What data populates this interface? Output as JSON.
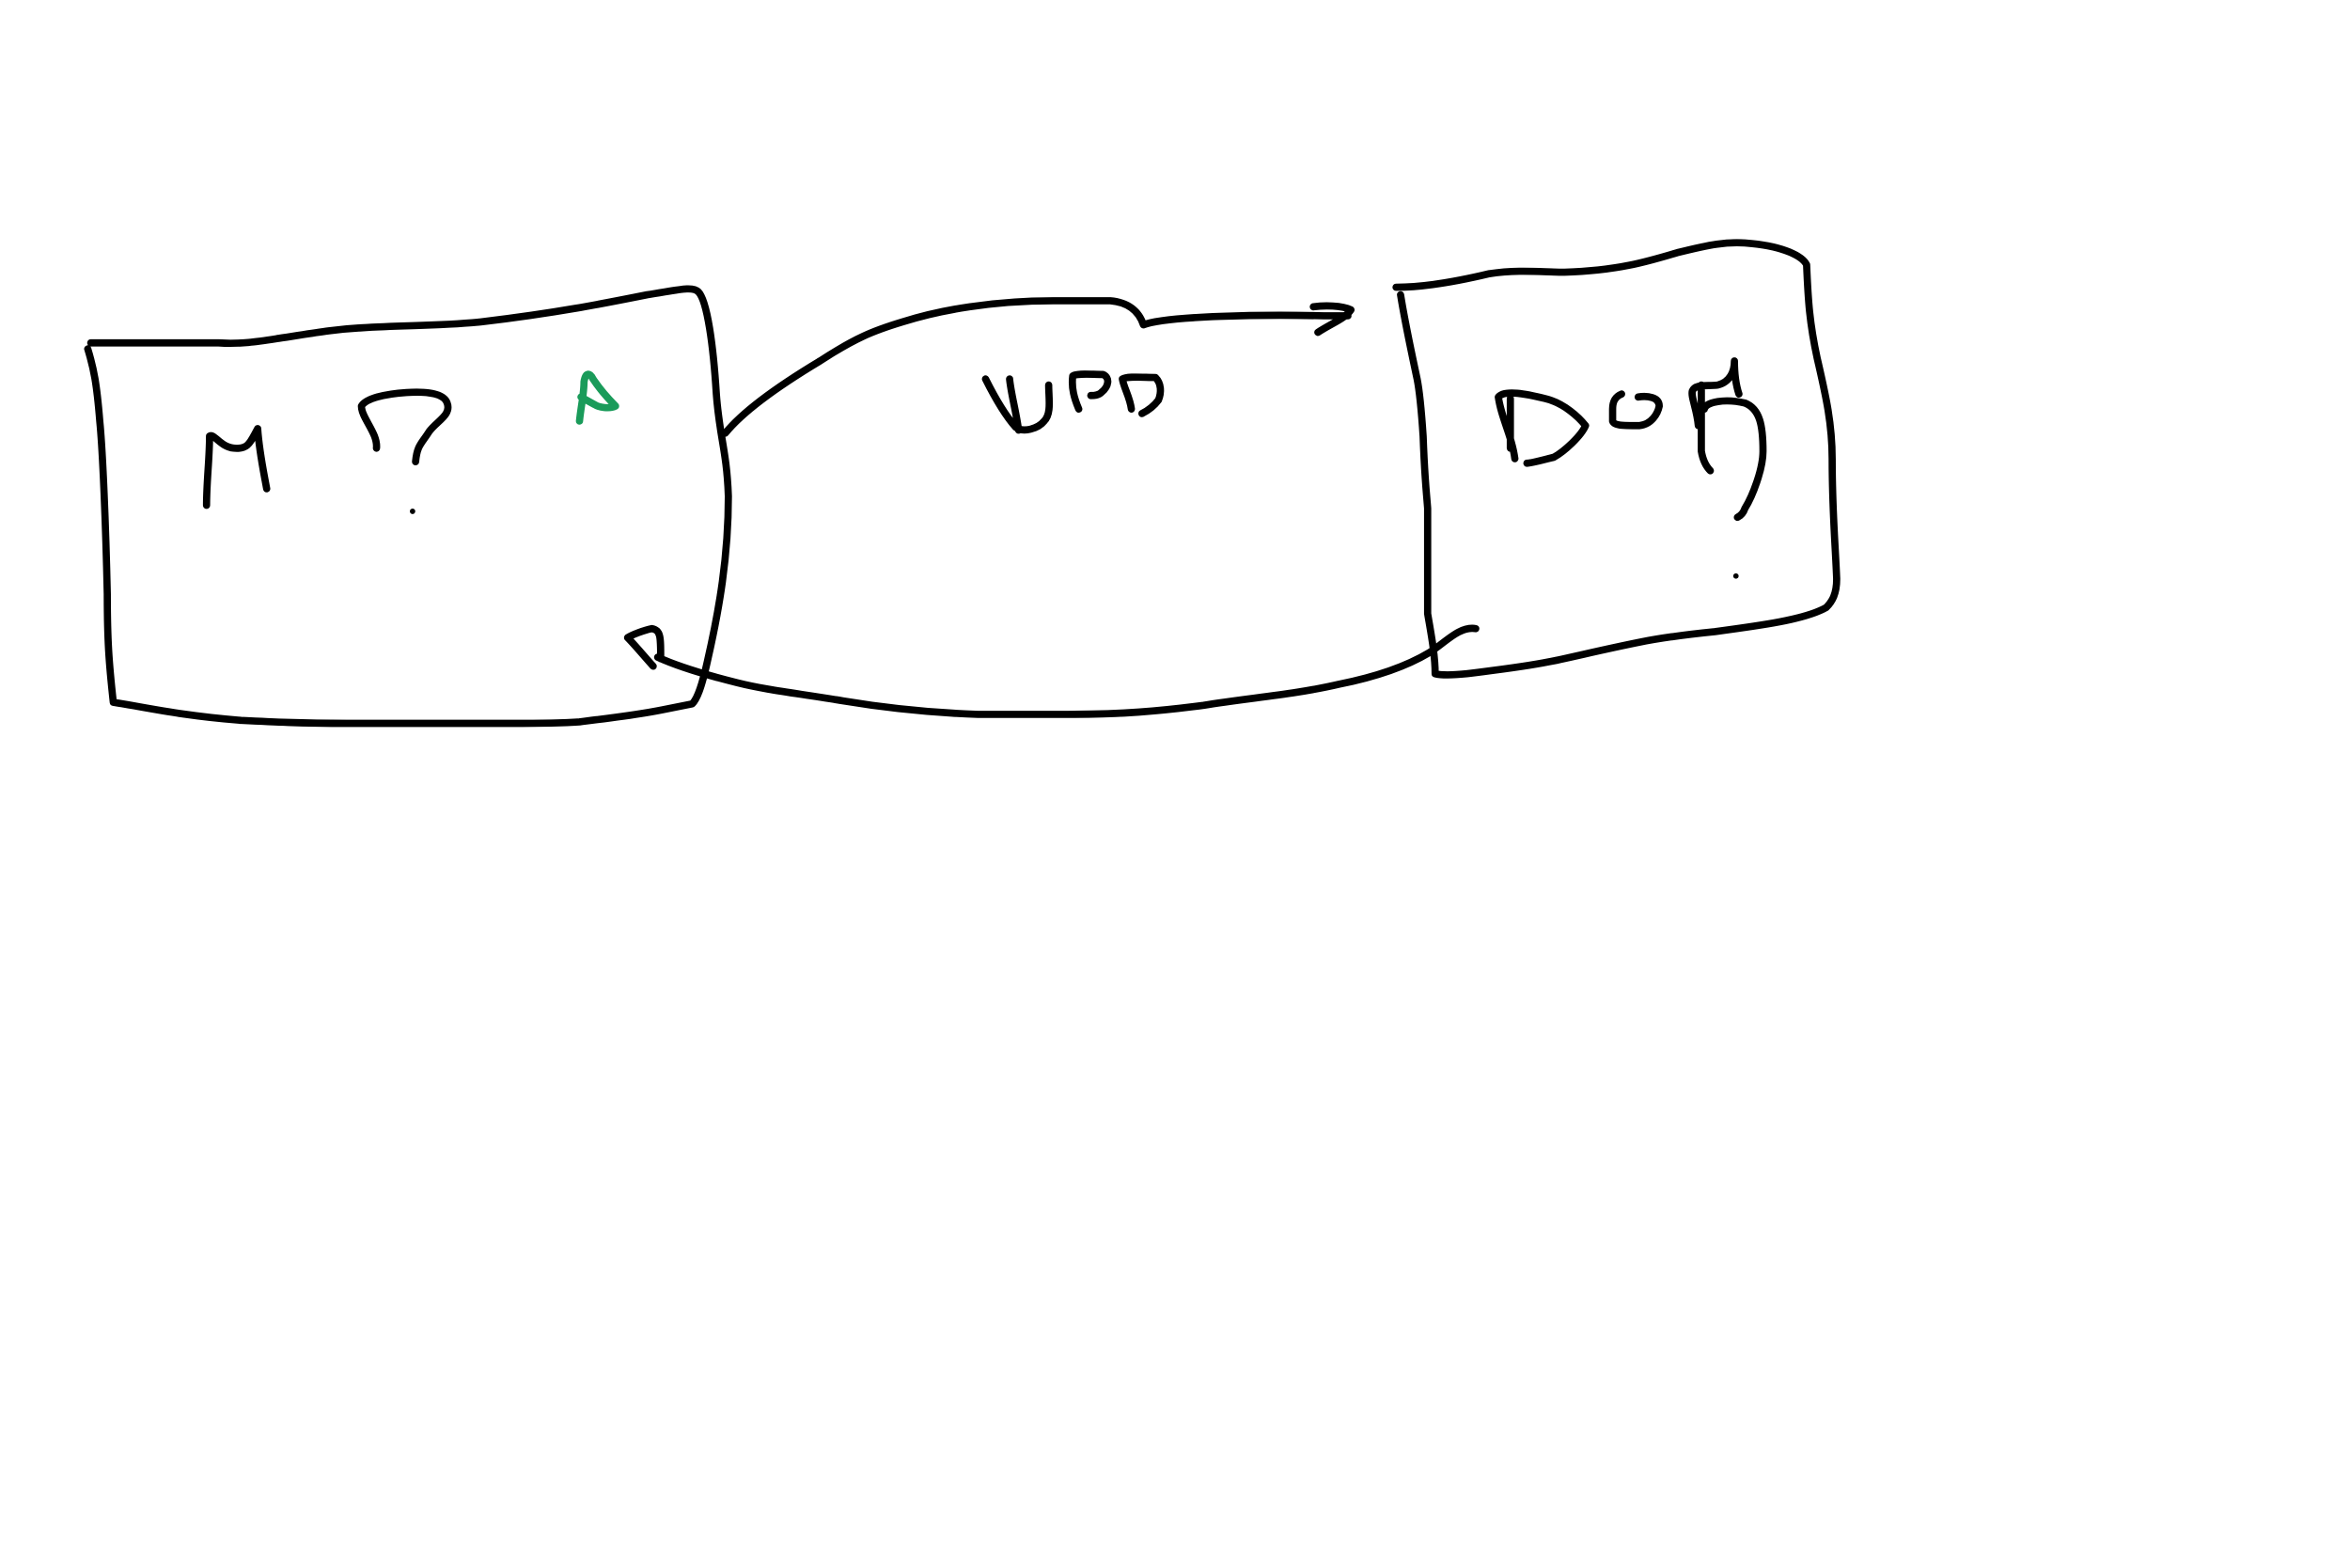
{
  "diagram": {
    "left_box": {
      "label": "M?",
      "accent_mark": "A"
    },
    "right_box": {
      "label": "Dog"
    },
    "top_arrow": {
      "label": "WPD"
    },
    "colors": {
      "ink": "#000000",
      "accent": "#1a9b5a",
      "background": "#ffffff"
    }
  }
}
